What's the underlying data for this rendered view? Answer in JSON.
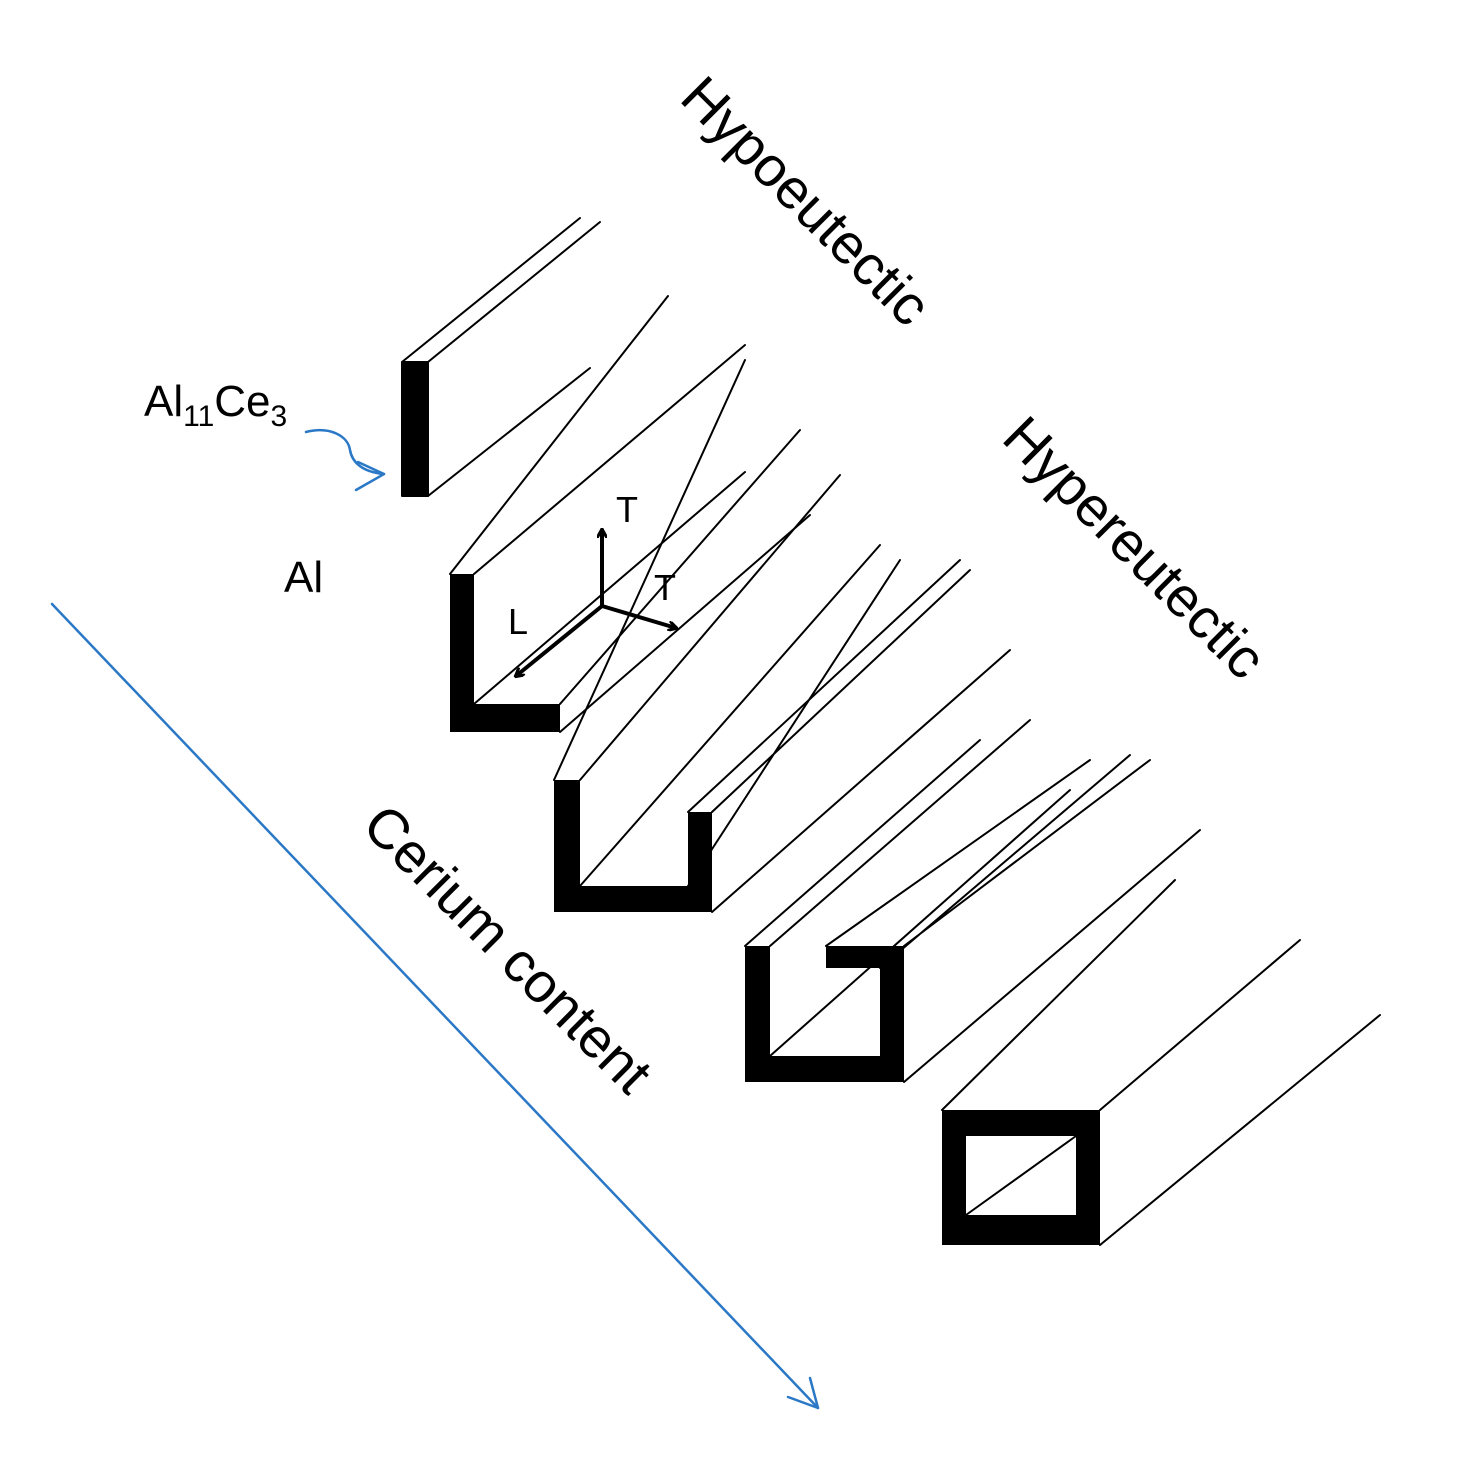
{
  "labels": {
    "phase": "Al",
    "phase_sub": "11",
    "phase_mid": "Ce",
    "phase_sub2": "3",
    "matrix": "Al",
    "hypo": "Hypoeutectic",
    "hyper": "Hypereutectic",
    "cerium": "Cerium content",
    "axis_t_up": "T",
    "axis_t_right": "T",
    "axis_l": "L"
  },
  "colors": {
    "ink": "#000000",
    "accent_blue": "#2a78c6",
    "background": "#ffffff"
  },
  "shapes": [
    "flat-plate",
    "l-profile",
    "u-channel",
    "hooked-channel",
    "closed-box"
  ]
}
